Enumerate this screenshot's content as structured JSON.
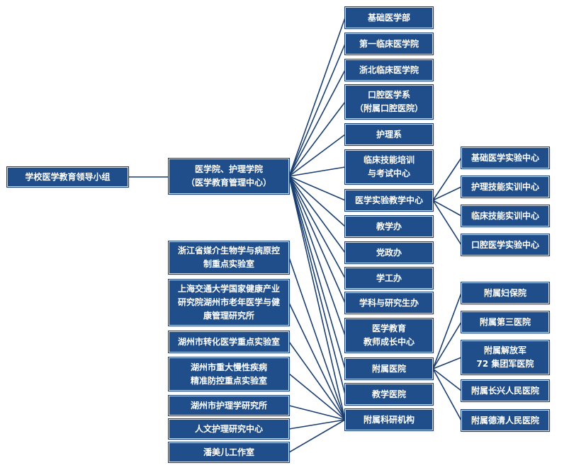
{
  "root": "学校医学教育领导小组",
  "center": "医学院、护理学院\n（医学教育管理中心）",
  "departments": [
    "基础医学部",
    "第一临床医学院",
    "浙北临床医学院",
    "口腔医学系\n（附属口腔医院）",
    "护理系",
    "临床技能培训\n与考试中心",
    "医学实验教学中心",
    "教学办",
    "党政办",
    "学工办",
    "学科与研究生办",
    "医学教育\n教师成长中心",
    "附属医院",
    "教学医院",
    "附属科研机构"
  ],
  "labs": [
    "基础医学实验中心",
    "护理技能实训中心",
    "临床技能实训中心",
    "口腔医学实验中心"
  ],
  "hospitals": [
    "附属妇保院",
    "附属第三医院",
    "附属解放军\n72 集团军医院",
    "附属长兴人民医院",
    "附属德清人民医院"
  ],
  "institutes": [
    "浙江省媒介生物学与病原控\n制重点实验室",
    "上海交通大学国家健康产业\n研究院湖州市老年医学与健\n康管理研究所",
    "湖州市转化医学重点实验室",
    "湖州市重大慢性疾病\n精准防控重点实验室",
    "湖州市护理学研究所",
    "人文护理研究中心",
    "潘美儿工作室"
  ]
}
